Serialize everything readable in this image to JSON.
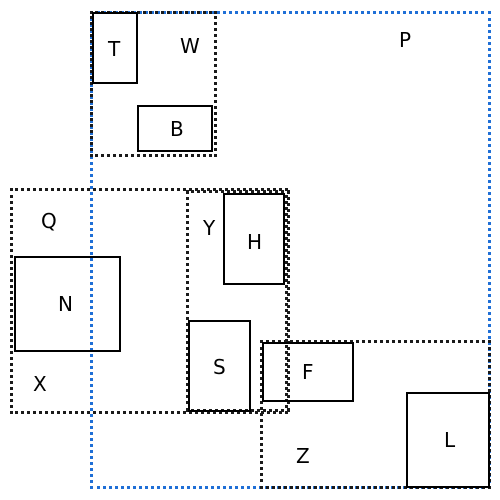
{
  "colors": {
    "group_border_black": "#1a1a1a",
    "group_border_blue": "#1f6fd6",
    "node_border": "#000000",
    "text": "#000000",
    "background": "#ffffff"
  },
  "groups": {
    "P": "P",
    "W": "W",
    "Q": "Q",
    "X": "X",
    "Y": "Y",
    "Z": "Z"
  },
  "nodes": {
    "T": "T",
    "B": "B",
    "H": "H",
    "N": "N",
    "S": "S",
    "F": "F",
    "L": "L"
  }
}
